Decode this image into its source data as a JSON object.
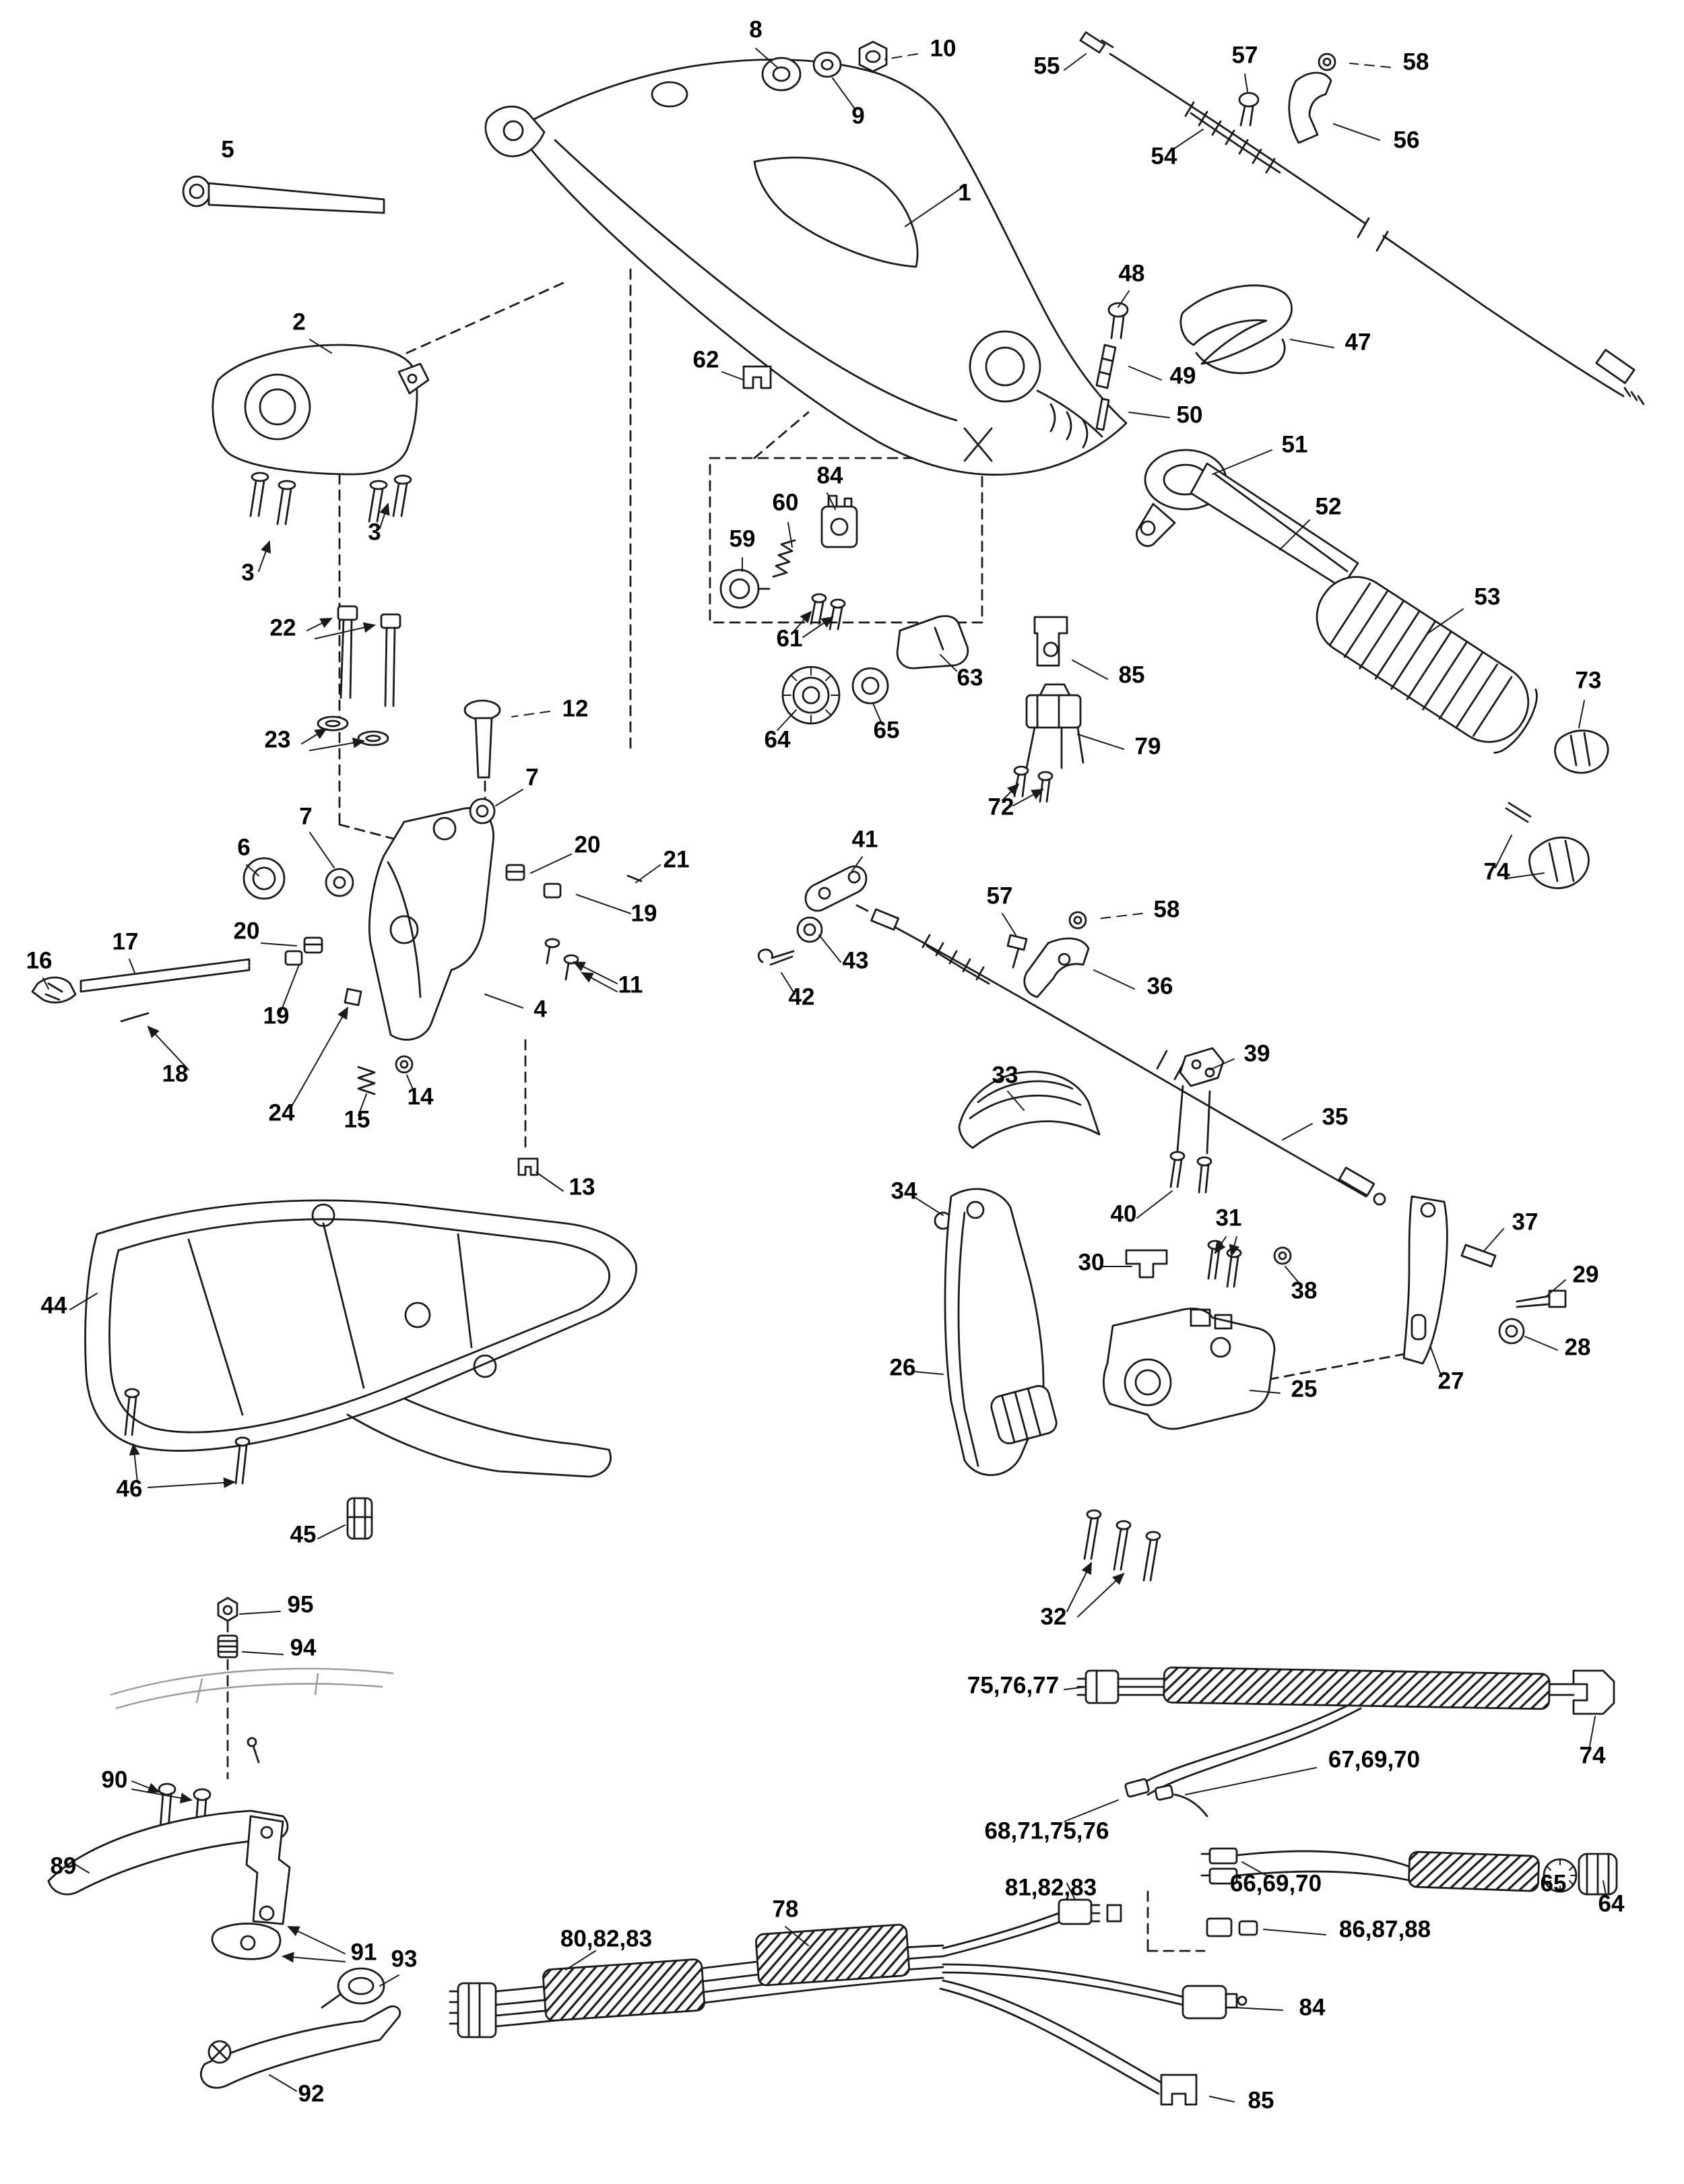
{
  "page": {
    "background": "#ffffff",
    "line_color": "#1a1a1a",
    "label_color": "#000000"
  },
  "diagram": {
    "type": "exploded-parts-diagram",
    "callouts": [
      {
        "label": "8"
      },
      {
        "label": "10"
      },
      {
        "label": "9"
      },
      {
        "label": "55"
      },
      {
        "label": "57"
      },
      {
        "label": "58"
      },
      {
        "label": "56"
      },
      {
        "label": "54"
      },
      {
        "label": "5"
      },
      {
        "label": "1"
      },
      {
        "label": "2"
      },
      {
        "label": "48"
      },
      {
        "label": "47"
      },
      {
        "label": "49"
      },
      {
        "label": "62"
      },
      {
        "label": "50"
      },
      {
        "label": "51"
      },
      {
        "label": "3"
      },
      {
        "label": "3"
      },
      {
        "label": "84"
      },
      {
        "label": "60"
      },
      {
        "label": "52"
      },
      {
        "label": "59"
      },
      {
        "label": "22"
      },
      {
        "label": "61"
      },
      {
        "label": "53"
      },
      {
        "label": "63"
      },
      {
        "label": "85"
      },
      {
        "label": "73"
      },
      {
        "label": "12"
      },
      {
        "label": "23"
      },
      {
        "label": "64"
      },
      {
        "label": "65"
      },
      {
        "label": "79"
      },
      {
        "label": "72"
      },
      {
        "label": "7"
      },
      {
        "label": "7"
      },
      {
        "label": "74"
      },
      {
        "label": "41"
      },
      {
        "label": "20"
      },
      {
        "label": "21"
      },
      {
        "label": "6"
      },
      {
        "label": "19"
      },
      {
        "label": "57"
      },
      {
        "label": "58"
      },
      {
        "label": "43"
      },
      {
        "label": "16"
      },
      {
        "label": "17"
      },
      {
        "label": "20"
      },
      {
        "label": "42"
      },
      {
        "label": "36"
      },
      {
        "label": "11"
      },
      {
        "label": "19"
      },
      {
        "label": "4"
      },
      {
        "label": "39"
      },
      {
        "label": "18"
      },
      {
        "label": "24"
      },
      {
        "label": "33"
      },
      {
        "label": "35"
      },
      {
        "label": "15"
      },
      {
        "label": "14"
      },
      {
        "label": "34"
      },
      {
        "label": "40"
      },
      {
        "label": "31"
      },
      {
        "label": "37"
      },
      {
        "label": "13"
      },
      {
        "label": "30"
      },
      {
        "label": "38"
      },
      {
        "label": "29"
      },
      {
        "label": "28"
      },
      {
        "label": "44"
      },
      {
        "label": "26"
      },
      {
        "label": "27"
      },
      {
        "label": "25"
      },
      {
        "label": "46"
      },
      {
        "label": "45"
      },
      {
        "label": "32"
      },
      {
        "label": "95"
      },
      {
        "label": "94"
      },
      {
        "label": "75,76,77"
      },
      {
        "label": "74"
      },
      {
        "label": "90"
      },
      {
        "label": "67,69,70"
      },
      {
        "label": "68,71,75,76"
      },
      {
        "label": "89"
      },
      {
        "label": "66,69,70"
      },
      {
        "label": "65"
      },
      {
        "label": "64"
      },
      {
        "label": "81,82,83"
      },
      {
        "label": "91"
      },
      {
        "label": "78"
      },
      {
        "label": "86,87,88"
      },
      {
        "label": "80,82,83"
      },
      {
        "label": "93"
      },
      {
        "label": "84"
      },
      {
        "label": "92"
      },
      {
        "label": "85"
      }
    ]
  }
}
